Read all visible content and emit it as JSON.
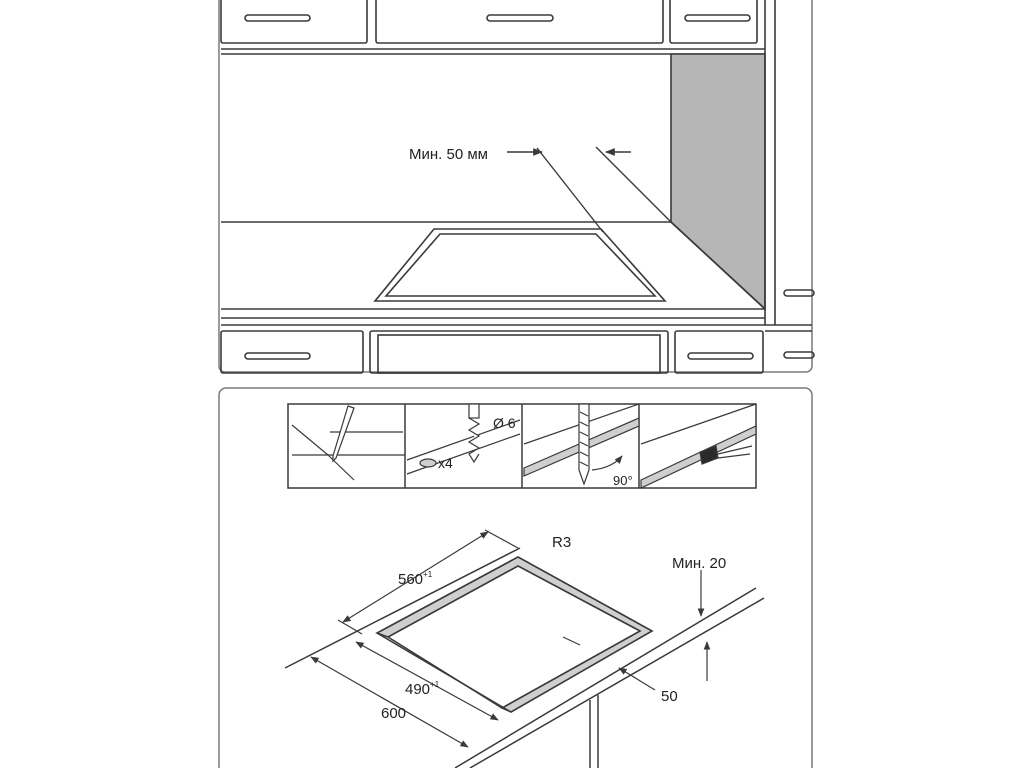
{
  "colors": {
    "line": "#3a3a3a",
    "wall_shade": "#b6b6b6",
    "cut_shade": "#cfcfcf",
    "panel_border": "#7a7a7a",
    "background": "#ffffff"
  },
  "top_panel": {
    "clearance_label": "Мин. 50 мм"
  },
  "tools_strip": {
    "drill_diameter_label": "Ø 6",
    "hole_count_label": "x4",
    "saw_angle_label": "90°"
  },
  "cutout": {
    "radius_label": "R3",
    "depth_label": "560",
    "depth_tolerance": "+1",
    "width_label": "490",
    "width_tolerance": "+1",
    "worktop_label": "600",
    "edge_offset_label": "50",
    "min_gap_label": "Мин. 20"
  }
}
